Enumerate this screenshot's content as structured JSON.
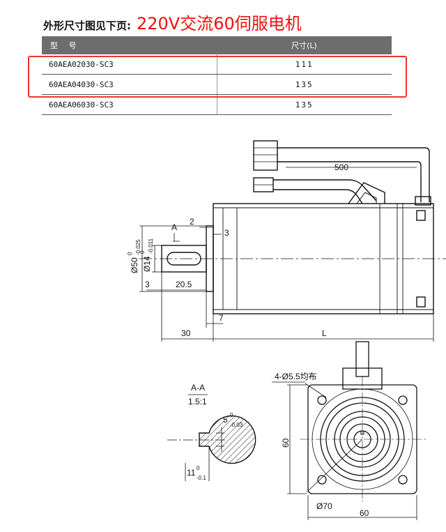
{
  "heading": {
    "prefix": "外形尺寸图见下页:",
    "title": "220V交流60伺服电机"
  },
  "table": {
    "headers": [
      "型 号",
      "尺寸(L)"
    ],
    "rows": [
      {
        "model": "60AEA02030-SC3",
        "length": "111"
      },
      {
        "model": "60AEA04030-SC3",
        "length": "135"
      },
      {
        "model": "60AEA06030-SC3",
        "length": "135"
      }
    ],
    "highlighted_rows": [
      0,
      1
    ]
  },
  "drawing": {
    "cable_length": "500",
    "section_marker": "A",
    "dims": {
      "d2": "2",
      "d3_top": "3",
      "d3_left": "3",
      "shaft_len": "20.5",
      "d7": "7",
      "d30": "30",
      "L": "L"
    },
    "flange_dia": "Ø50",
    "flange_tol_upper": "0",
    "flange_tol_lower": "-0.025",
    "shaft_dia": "Ø14",
    "shaft_tol_upper": "0",
    "shaft_tol_lower": "-0.011",
    "section": {
      "title": "A-A",
      "scale": "1.5:1",
      "key_width": "5",
      "key_tol_upper": "0",
      "key_tol_lower": "-0.03",
      "shaft_height": "11",
      "shaft_tol_upper": "0",
      "shaft_tol_lower": "-0.1"
    },
    "front": {
      "holes": "4-Ø5.5均布",
      "height": "60",
      "width": "60",
      "pcd": "Ø70"
    }
  }
}
